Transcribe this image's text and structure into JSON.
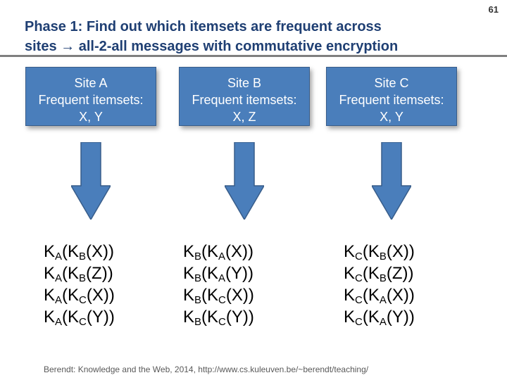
{
  "page_number": "61",
  "title": {
    "line1": "Phase 1: Find out which itemsets are frequent across",
    "line2_start": "sites",
    "arrow": "→",
    "line2_end": "all-2-all messages with commutative encryption"
  },
  "sites": [
    {
      "name": "Site A",
      "label": "Frequent itemsets:",
      "itemsets": "X, Y"
    },
    {
      "name": "Site B",
      "label": "Frequent itemsets:",
      "itemsets": "X, Z"
    },
    {
      "name": "Site C",
      "label": "Frequent itemsets:",
      "itemsets": "X, Y"
    }
  ],
  "messages": {
    "A": [
      {
        "k1": "K",
        "s1": "A",
        "k2": "(K",
        "s2": "B",
        "tail": "(X))"
      },
      {
        "k1": "K",
        "s1": "A",
        "k2": "(K",
        "s2": "B",
        "tail": "(Z))"
      },
      {
        "k1": "K",
        "s1": "A",
        "k2": "(K",
        "s2": "C",
        "tail": "(X))"
      },
      {
        "k1": "K",
        "s1": "A",
        "k2": "(K",
        "s2": "C",
        "tail": "(Y))"
      }
    ],
    "B": [
      {
        "k1": "K",
        "s1": "B",
        "k2": "(K",
        "s2": "A",
        "tail": "(X))"
      },
      {
        "k1": "K",
        "s1": "B",
        "k2": "(K",
        "s2": "A",
        "tail": "(Y))"
      },
      {
        "k1": "K",
        "s1": "B",
        "k2": "(K",
        "s2": "C",
        "tail": "(X))"
      },
      {
        "k1": "K",
        "s1": "B",
        "k2": "(K",
        "s2": "C",
        "tail": "(Y))"
      }
    ],
    "C": [
      {
        "k1": "K",
        "s1": "C",
        "k2": "(K",
        "s2": "B",
        "tail": "(X))"
      },
      {
        "k1": "K",
        "s1": "C",
        "k2": "(K",
        "s2": "B",
        "tail": "(Z))"
      },
      {
        "k1": "K",
        "s1": "C",
        "k2": "(K",
        "s2": "A",
        "tail": "(X))"
      },
      {
        "k1": "K",
        "s1": "C",
        "k2": "(K",
        "s2": "A",
        "tail": "(Y))"
      }
    ]
  },
  "footer": "Berendt: Knowledge and the Web, 2014, http://www.cs.kuleuven.be/~berendt/teaching/",
  "colors": {
    "title": "#1f3f73",
    "box": "#4a7ebb",
    "arrow": "#4a7ebb"
  }
}
